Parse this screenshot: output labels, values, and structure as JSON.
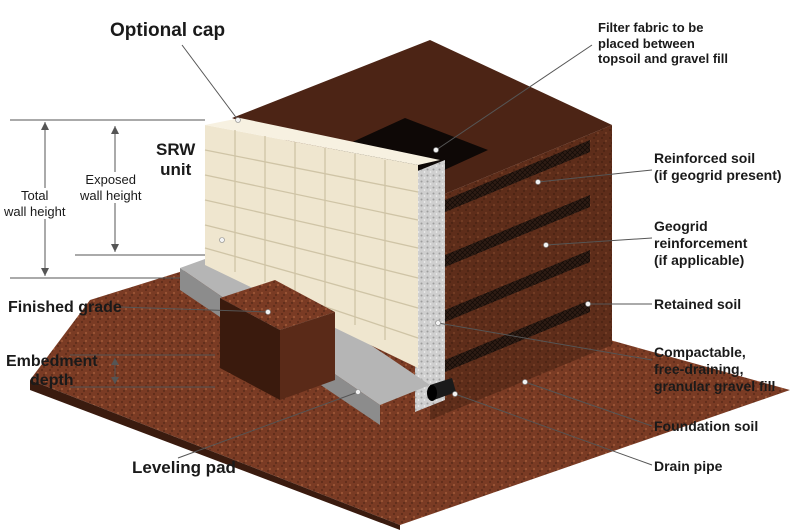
{
  "colors": {
    "soil_dark": "#4a2416",
    "soil_mid": "#7a3b24",
    "soil_light": "#9b5535",
    "block": "#efe6cf",
    "block_shadow": "#cfc4a6",
    "gravel": "#c9c9c9",
    "geogrid": "#2a1a12",
    "pad": "#9a9a9a",
    "leader": "#444444"
  },
  "labels": {
    "optional_cap": "Optional cap",
    "filter_fabric": "Filter fabric to be placed between topsoil and gravel fill",
    "filter_fabric_lines": [
      "Filter fabric to be",
      "placed between",
      "topsoil and gravel fill"
    ],
    "srw_unit_lines": [
      "SRW",
      "unit"
    ],
    "exposed_wall_height_lines": [
      "Exposed",
      "wall height"
    ],
    "total_wall_height_lines": [
      "Total",
      "wall height"
    ],
    "reinforced_soil_lines": [
      "Reinforced soil",
      "(if geogrid present)"
    ],
    "geogrid_lines": [
      "Geogrid",
      "reinforcement",
      "(if applicable)"
    ],
    "retained_soil": "Retained soil",
    "finished_grade": "Finished grade",
    "embedment_depth_lines": [
      "Embedment",
      "depth"
    ],
    "compactable_lines": [
      "Compactable,",
      "free-draining,",
      "granular gravel fill"
    ],
    "foundation_soil": "Foundation soil",
    "leveling_pad": "Leveling pad",
    "drain_pipe": "Drain pipe"
  }
}
